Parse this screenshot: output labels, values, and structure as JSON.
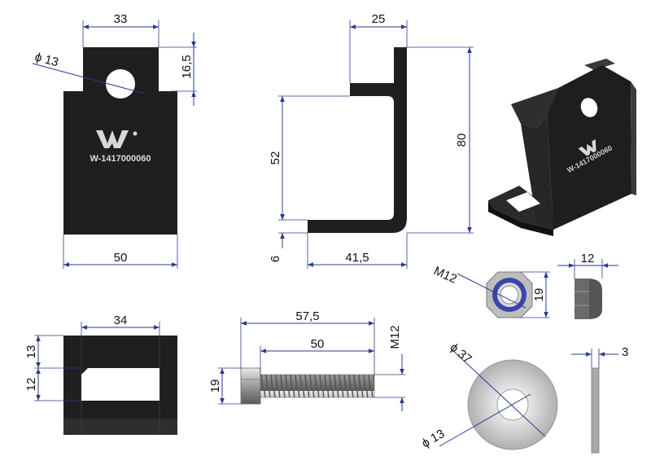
{
  "colors": {
    "part": "#1f1f1f",
    "dimension_line": "#2b3a8f",
    "text": "#111111",
    "washer": "#c8c8c8",
    "nut_ring": "#3a47a8"
  },
  "front_view": {
    "dim_top": "33",
    "dim_hole": "ϕ 13",
    "dim_tab": "16,5",
    "dim_bottom": "50",
    "logo_mark": "W",
    "part_code": "W-1417000060"
  },
  "side_view": {
    "dim_top": "25",
    "dim_52": "52",
    "dim_80": "80",
    "dim_6": "6",
    "dim_41": "41,5"
  },
  "iso_view": {
    "part_code": "W-1417000060"
  },
  "bottom_view": {
    "dim_34": "34",
    "dim_13": "13",
    "dim_12": "12"
  },
  "bolt": {
    "dim_57": "57,5",
    "dim_50": "50",
    "dim_m12": "M12",
    "dim_19": "19"
  },
  "nut": {
    "dim_m12": "M12",
    "dim_19": "19",
    "dim_12": "12"
  },
  "washer": {
    "dim_37": "ϕ 37",
    "dim_13": "ϕ 13",
    "dim_3": "3"
  }
}
